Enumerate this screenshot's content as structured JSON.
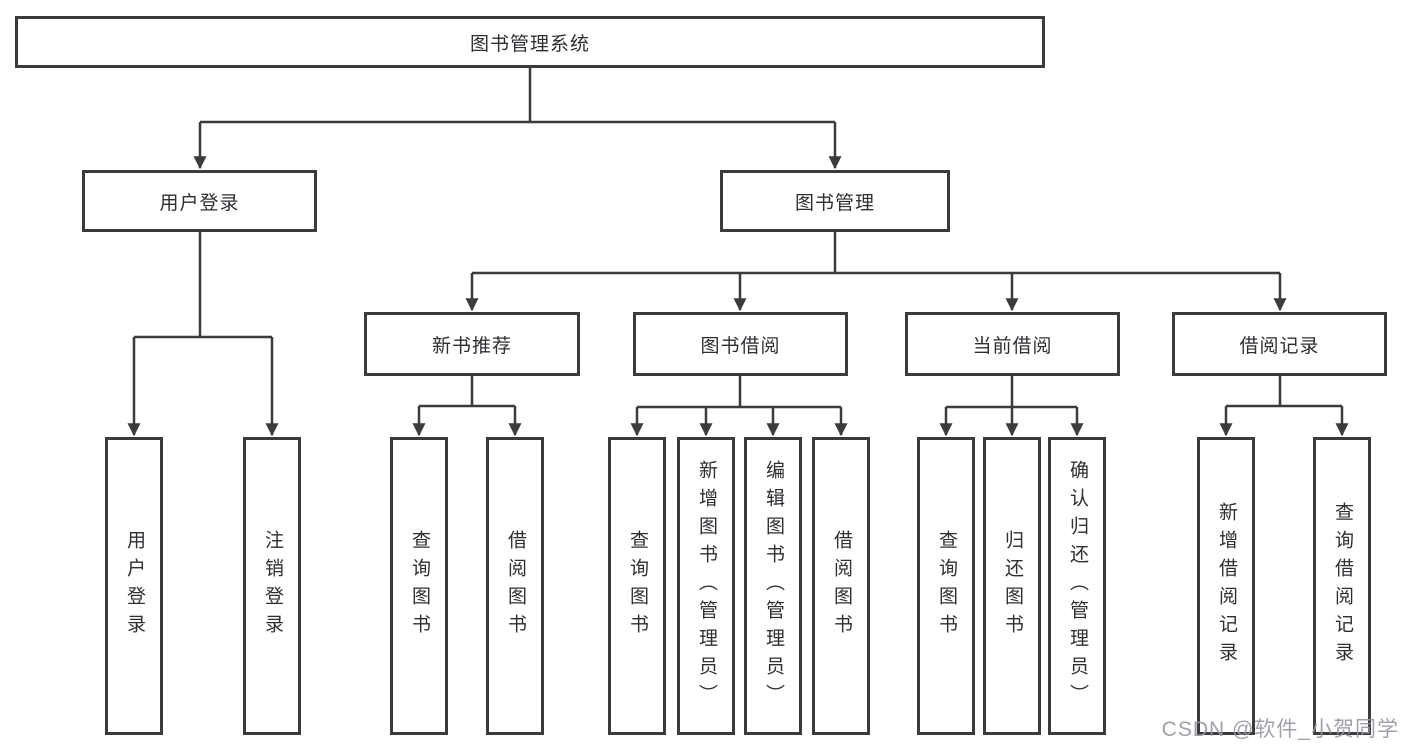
{
  "diagram": {
    "title_node": "图书管理系统",
    "level2": {
      "user_login": "用户登录",
      "book_management": "图书管理"
    },
    "level3": {
      "new_book_recommend": "新书推荐",
      "book_borrow": "图书借阅",
      "current_borrow": "当前借阅",
      "borrow_records": "借阅记录"
    },
    "leaves": {
      "user_login": [
        "用户登录",
        "注销登录"
      ],
      "new_book_recommend": [
        "查询图书",
        "借阅图书"
      ],
      "book_borrow": [
        "查询图书",
        "新增图书（管理员）",
        "编辑图书（管理员）",
        "借阅图书"
      ],
      "current_borrow": [
        "查询图书",
        "归还图书",
        "确认归还（管理员）"
      ],
      "borrow_records": [
        "新增借阅记录",
        "查询借阅记录"
      ]
    }
  },
  "colors": {
    "line": "#3b3b3d",
    "border": "#3b3b3d",
    "text": "#2d2f33",
    "background": "#ffffff",
    "watermark": "#94989e"
  },
  "watermark": "CSDN @软件_小贺同学"
}
